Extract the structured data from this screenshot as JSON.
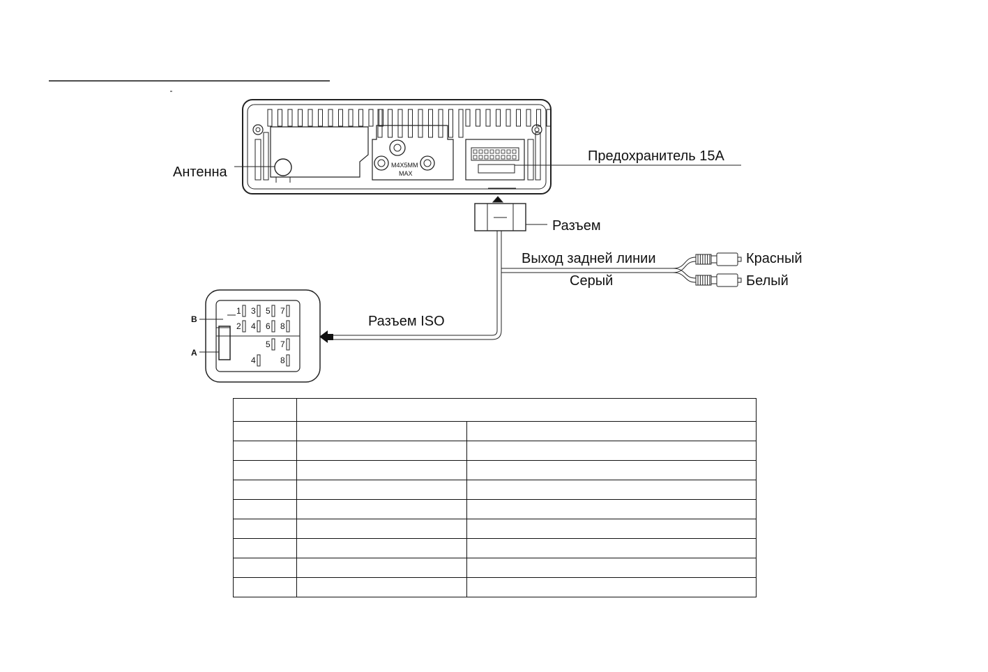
{
  "labels": {
    "antenna": "Антенна",
    "fuse": "Предохранитель 15А",
    "connector": "Разъем",
    "rear_line_out": "Выход задней линии",
    "gray": "Серый",
    "red": "Красный",
    "white": "Белый",
    "iso_connector": "Разъем ISO",
    "unit_marking_top": "M4X5MM",
    "unit_marking_bottom": "MAX"
  },
  "iso_block": {
    "row_b_label": "B",
    "row_a_label": "A",
    "row_b_top": [
      "1",
      "3",
      "5",
      "7"
    ],
    "row_b_bottom": [
      "2",
      "4",
      "6",
      "8"
    ],
    "row_a_top": [
      "5",
      "7"
    ],
    "row_a_bottom": [
      "4",
      "8"
    ]
  },
  "table": {
    "header": [
      "",
      ""
    ],
    "rows": [
      [
        "",
        "",
        ""
      ],
      [
        "",
        "",
        ""
      ],
      [
        "",
        "",
        ""
      ],
      [
        "",
        "",
        ""
      ],
      [
        "",
        "",
        ""
      ],
      [
        "",
        "",
        ""
      ],
      [
        "",
        "",
        ""
      ],
      [
        "",
        "",
        ""
      ],
      [
        "",
        "",
        ""
      ]
    ]
  }
}
